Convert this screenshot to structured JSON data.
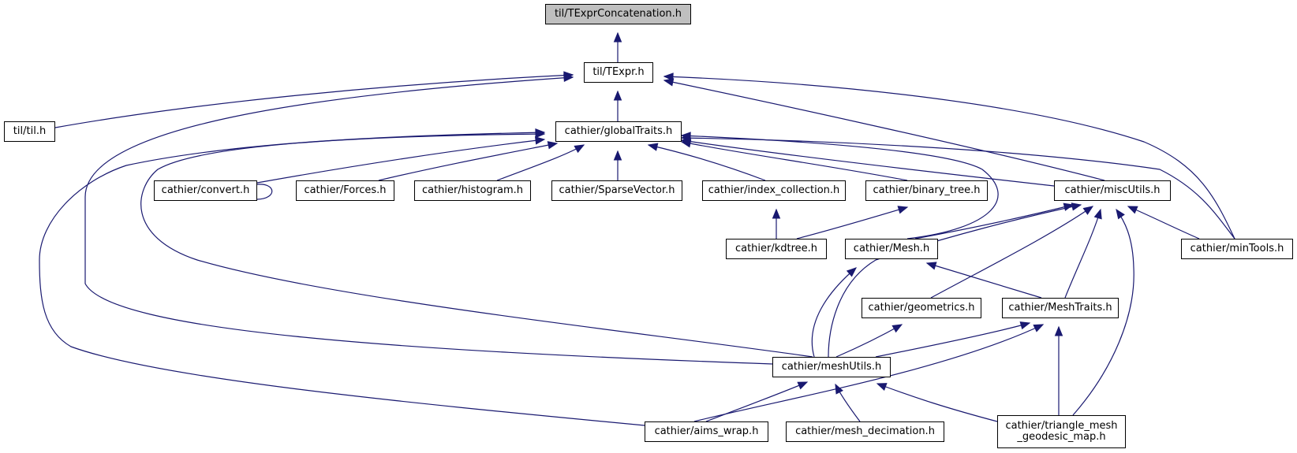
{
  "nodes": {
    "texpr_concat": "til/TExprConcatenation.h",
    "texpr": "til/TExpr.h",
    "til": "til/til.h",
    "globaltraits": "cathier/globalTraits.h",
    "convert": "cathier/convert.h",
    "forces": "cathier/Forces.h",
    "histogram": "cathier/histogram.h",
    "sparsevector": "cathier/SparseVector.h",
    "index_collection": "cathier/index_collection.h",
    "binary_tree": "cathier/binary_tree.h",
    "miscutils": "cathier/miscUtils.h",
    "kdtree": "cathier/kdtree.h",
    "mesh": "cathier/Mesh.h",
    "mintools": "cathier/minTools.h",
    "geometrics": "cathier/geometrics.h",
    "meshtraits": "cathier/MeshTraits.h",
    "meshutils": "cathier/meshUtils.h",
    "aims_wrap": "cathier/aims_wrap.h",
    "mesh_decimation": "cathier/mesh_decimation.h",
    "triangle_mesh_1": "cathier/triangle_mesh",
    "triangle_mesh_2": "_geodesic_map.h"
  },
  "colors": {
    "edge": "#191970",
    "node_border": "#000000",
    "focus_fill": "#bfbfbf"
  }
}
